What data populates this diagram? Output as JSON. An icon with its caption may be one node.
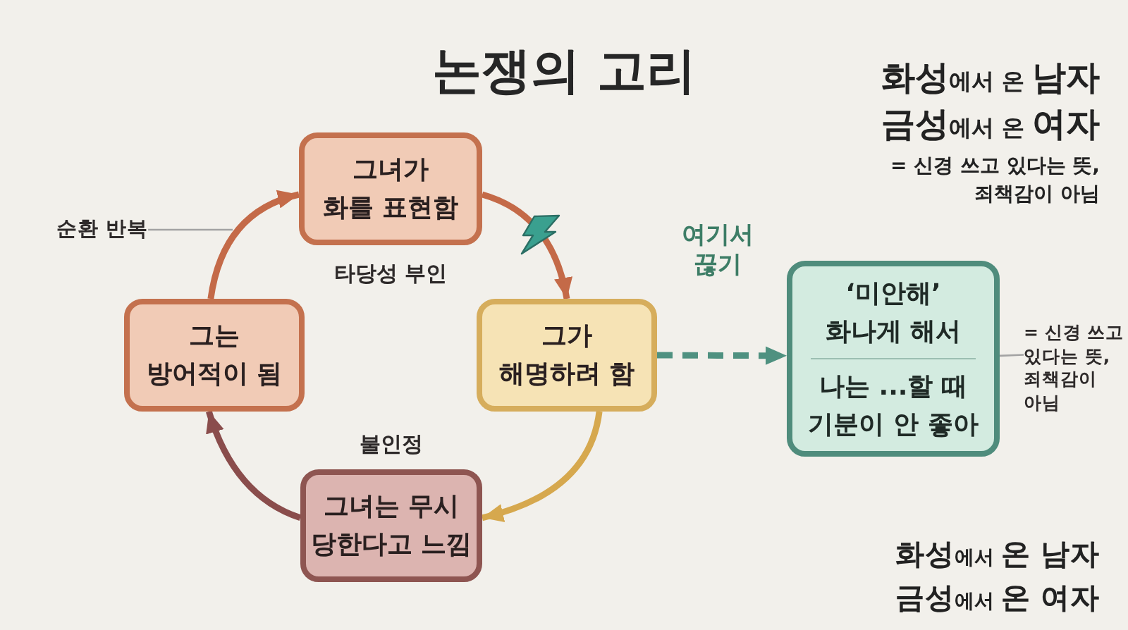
{
  "diagram": {
    "title": "논쟁의 고리",
    "nodes": [
      {
        "text": [
          "그녀가 화를 표현함"
        ],
        "beside": [
          "타당성 부인"
        ]
      },
      {
        "text": [
          "그가 해명하려 함"
        ]
      },
      {
        "text": [
          "그녀는 무시 당한다고 느낌"
        ],
        "beside": [
          "불인정"
        ]
      },
      {
        "text": [
          "그는 방어적이 됨"
        ]
      },
      {
        "text": [
          "‘미안해’ 화나게 해서",
          "나는 ...할 때 기분이 안 좋아"
        ]
      },
      {
        "text": [
          "순환 반복"
        ]
      },
      {
        "text": [
          "= 신경 쓰고 있다는 뜻, 죄책감이 아님"
        ]
      }
    ],
    "edges": [
      {
        "from": 0,
        "to": 1,
        "arrow": "to",
        "color": "#c46a48"
      },
      {
        "from": 1,
        "to": 2,
        "arrow": "to",
        "color": "#d6a84e"
      },
      {
        "from": 2,
        "to": 3,
        "arrow": "to",
        "color": "#8a4d4c"
      },
      {
        "from": 3,
        "to": 0,
        "arrow": "to",
        "color": "#c46a48"
      },
      {
        "from": 1,
        "to": 4,
        "arrow": "to",
        "style": "dashed",
        "color": "#4f9180",
        "label": "여기서 끊기"
      },
      {
        "from": 5,
        "to": null,
        "arrow": "none",
        "color": "#a3a3a3"
      },
      {
        "from": 6,
        "to": 4,
        "arrow": "none",
        "color": "#a3a3a3"
      }
    ],
    "labels": [
      "**화성**에서 온 **남자** **금성**에서 온 **여자**",
      "= 신경 쓰고 있다는 뜻, 죄책감이 아님",
      "**화성**에서 **온 남자** **금성**에서 **온 여자**"
    ]
  }
}
